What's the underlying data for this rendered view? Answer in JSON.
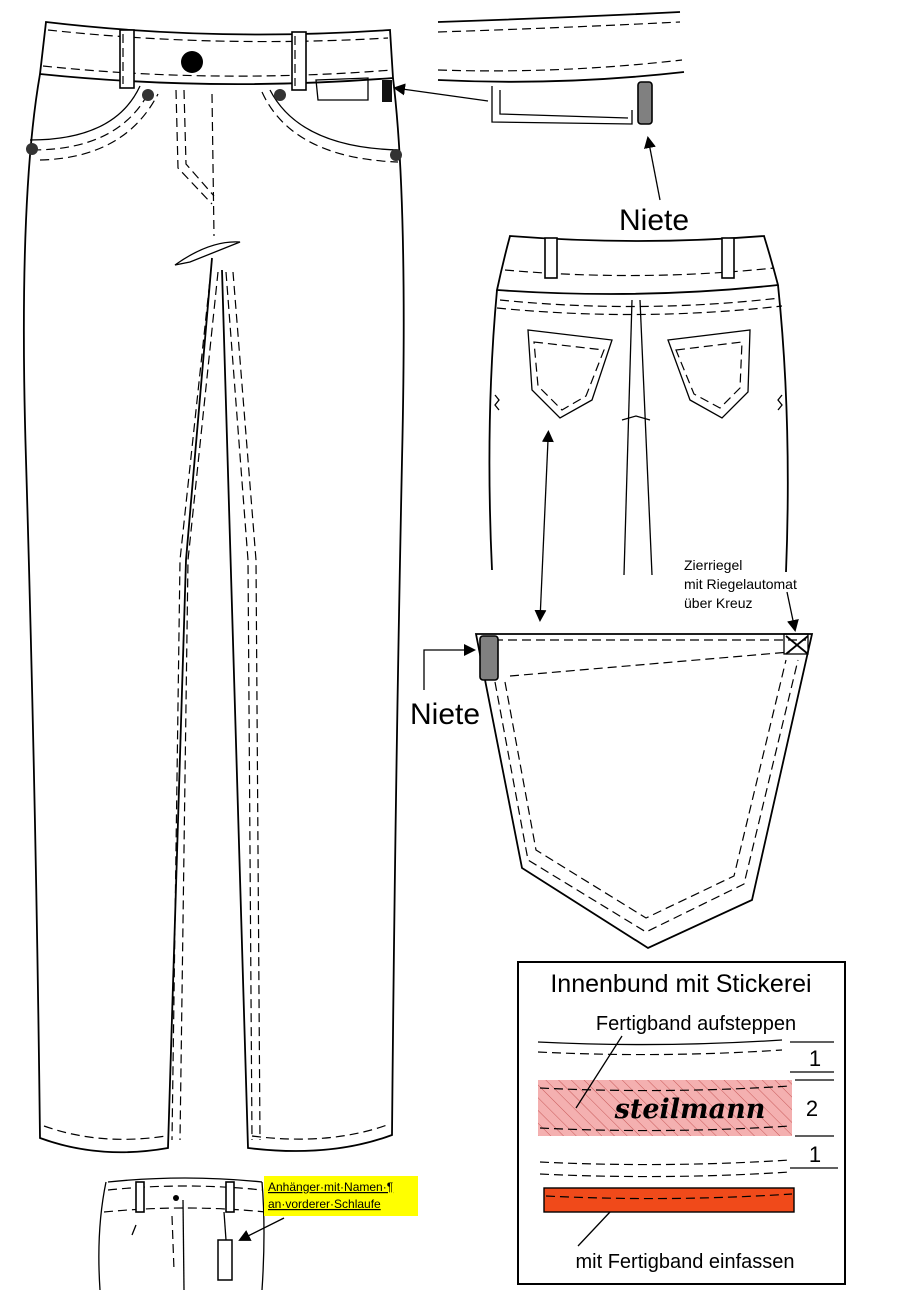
{
  "labels": {
    "niete_top": "Niete",
    "niete_pocket": "Niete",
    "zierriegel_line1": "Zierriegel",
    "zierriegel_line2": "mit Riegelautomat",
    "zierriegel_line3": "über Kreuz"
  },
  "innenbund": {
    "title": "Innenbund mit Stickerei",
    "top_caption": "Fertigband aufsteppen",
    "brand": "steilmann",
    "row_marks": [
      "1",
      "2",
      "1"
    ],
    "bottom_caption": "mit Fertigband einfassen"
  },
  "note": {
    "line1": "Anhänger·mit·Namen·¶",
    "line2": "an·vorderer·Schlaufe"
  },
  "colors": {
    "rivet_black": "#111111",
    "rivet_grey": "#707070",
    "embroidery_band": "#f4b0b0",
    "binding_band": "#f04a1a",
    "note_highlight": "#ffff00"
  }
}
